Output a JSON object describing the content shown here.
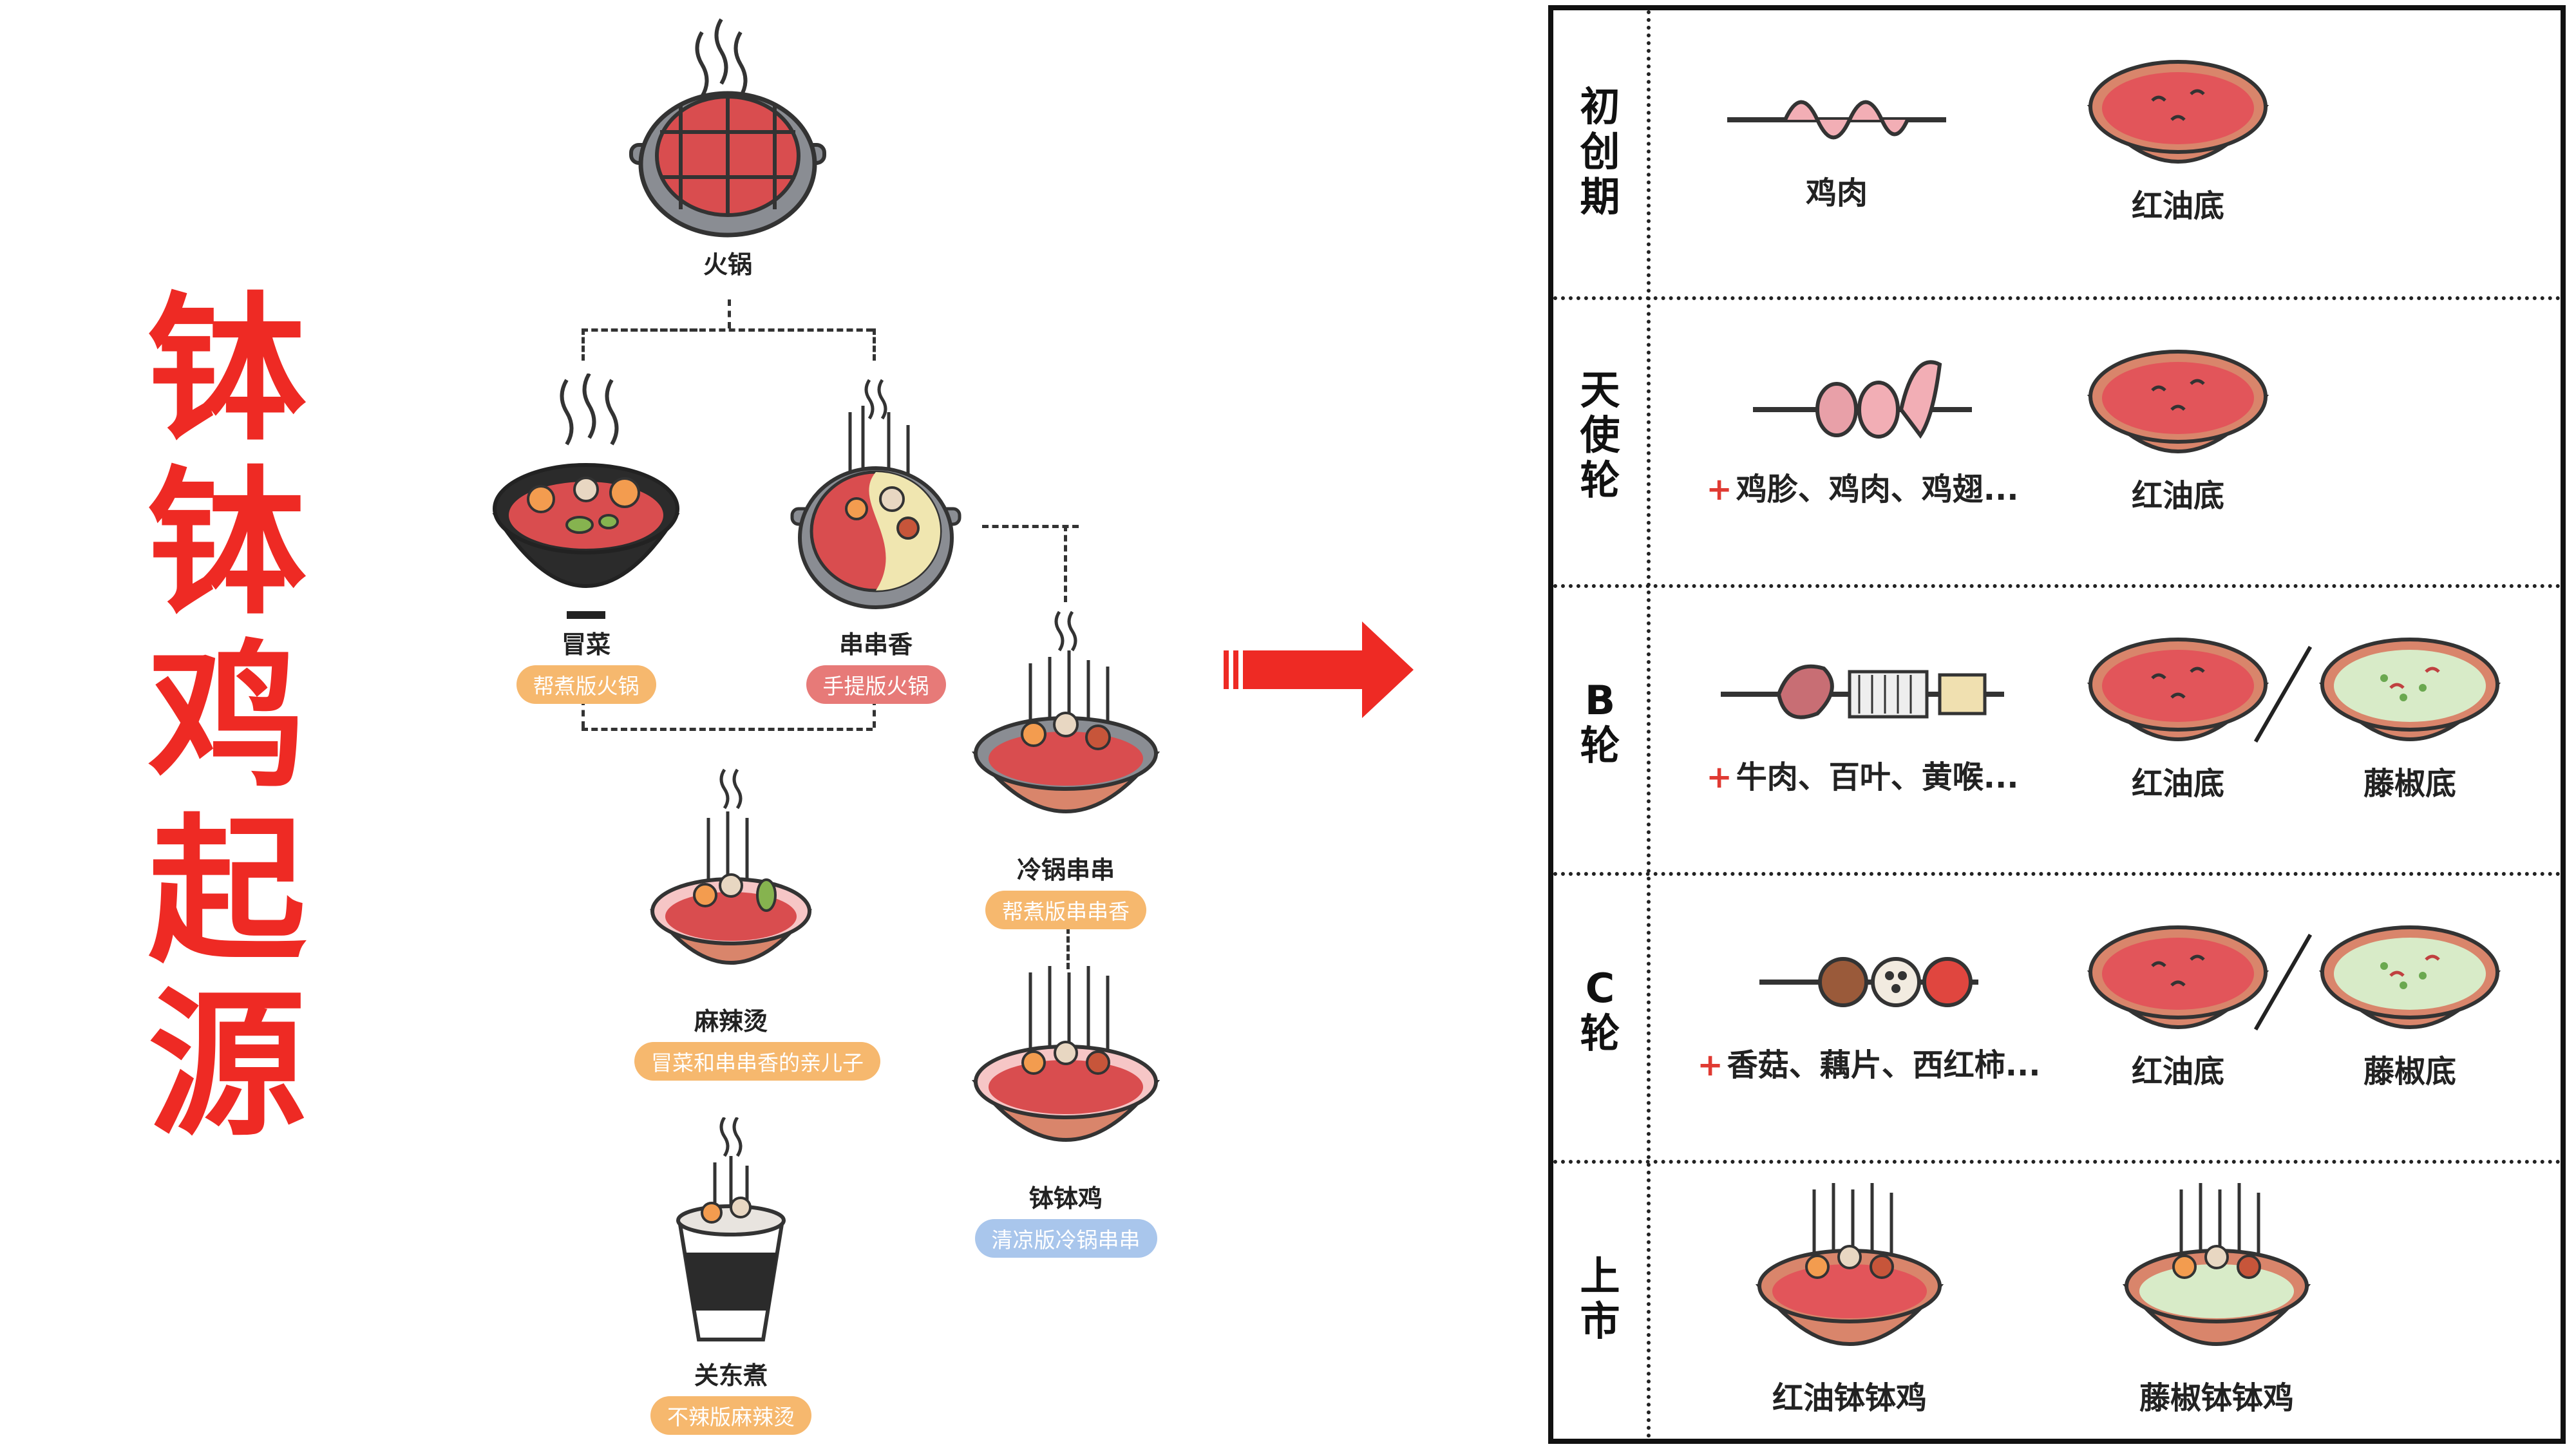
{
  "title_chars": [
    "钵",
    "钵",
    "鸡",
    "起",
    "源"
  ],
  "tree": {
    "hotpot": {
      "name": "火锅"
    },
    "maocai": {
      "name": "冒菜",
      "tag": "帮煮版火锅"
    },
    "chuanchuanxiang": {
      "name": "串串香",
      "tag": "手提版火锅"
    },
    "lengguo": {
      "name": "冷锅串串",
      "tag": "帮煮版串串香"
    },
    "malatang": {
      "name": "麻辣烫",
      "tag": "冒菜和串串香的亲儿子"
    },
    "bobo": {
      "name": "钵钵鸡",
      "tag": "清凉版冷锅串串"
    },
    "guandongzhu": {
      "name": "关东煮",
      "tag": "不辣版麻辣烫"
    }
  },
  "panel": {
    "rows": [
      {
        "stage": [
          "初",
          "创",
          "期"
        ],
        "ingredient": "鸡肉",
        "bases": [
          "红油底"
        ]
      },
      {
        "stage": [
          "天",
          "使",
          "轮"
        ],
        "ingredient": "鸡胗、鸡肉、鸡翅...",
        "bases": [
          "红油底"
        ]
      },
      {
        "stage": [
          "B",
          "轮"
        ],
        "ingredient": "牛肉、百叶、黄喉...",
        "bases": [
          "红油底",
          "藤椒底"
        ]
      },
      {
        "stage": [
          "C",
          "轮"
        ],
        "ingredient": "香菇、藕片、西红柿...",
        "bases": [
          "红油底",
          "藤椒底"
        ]
      },
      {
        "stage": [
          "上",
          "市"
        ],
        "products": [
          "红油钵钵鸡",
          "藤椒钵钵鸡"
        ]
      }
    ]
  },
  "colors": {
    "accent": "#ee2a24",
    "broth_red": "#e2555a",
    "broth_green": "#d8ebc8",
    "bowl": "#d9856b"
  }
}
